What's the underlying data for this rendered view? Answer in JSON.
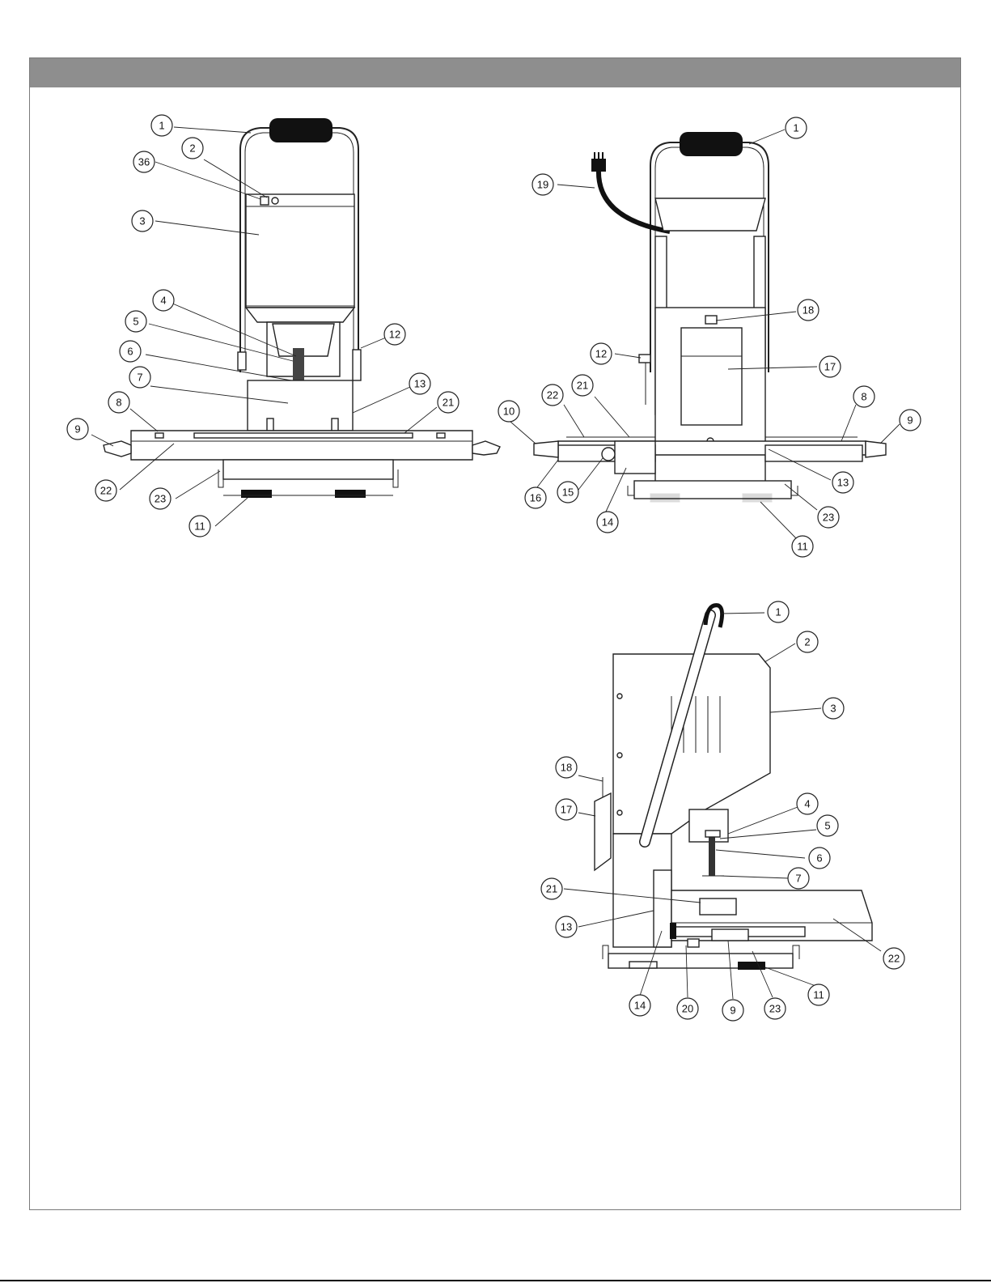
{
  "header": {
    "title": ""
  },
  "views": [
    {
      "id": "front-view",
      "callouts": [
        "1",
        "2",
        "36",
        "3",
        "4",
        "5",
        "6",
        "7",
        "8",
        "9",
        "12",
        "13",
        "21",
        "22",
        "23",
        "11"
      ]
    },
    {
      "id": "rear-view",
      "callouts": [
        "1",
        "19",
        "18",
        "12",
        "17",
        "22",
        "21",
        "8",
        "9",
        "10",
        "16",
        "15",
        "14",
        "13",
        "23",
        "11"
      ]
    },
    {
      "id": "side-view",
      "callouts": [
        "1",
        "2",
        "3",
        "18",
        "17",
        "4",
        "5",
        "6",
        "7",
        "21",
        "13",
        "14",
        "20",
        "9",
        "23",
        "11",
        "22"
      ]
    }
  ]
}
